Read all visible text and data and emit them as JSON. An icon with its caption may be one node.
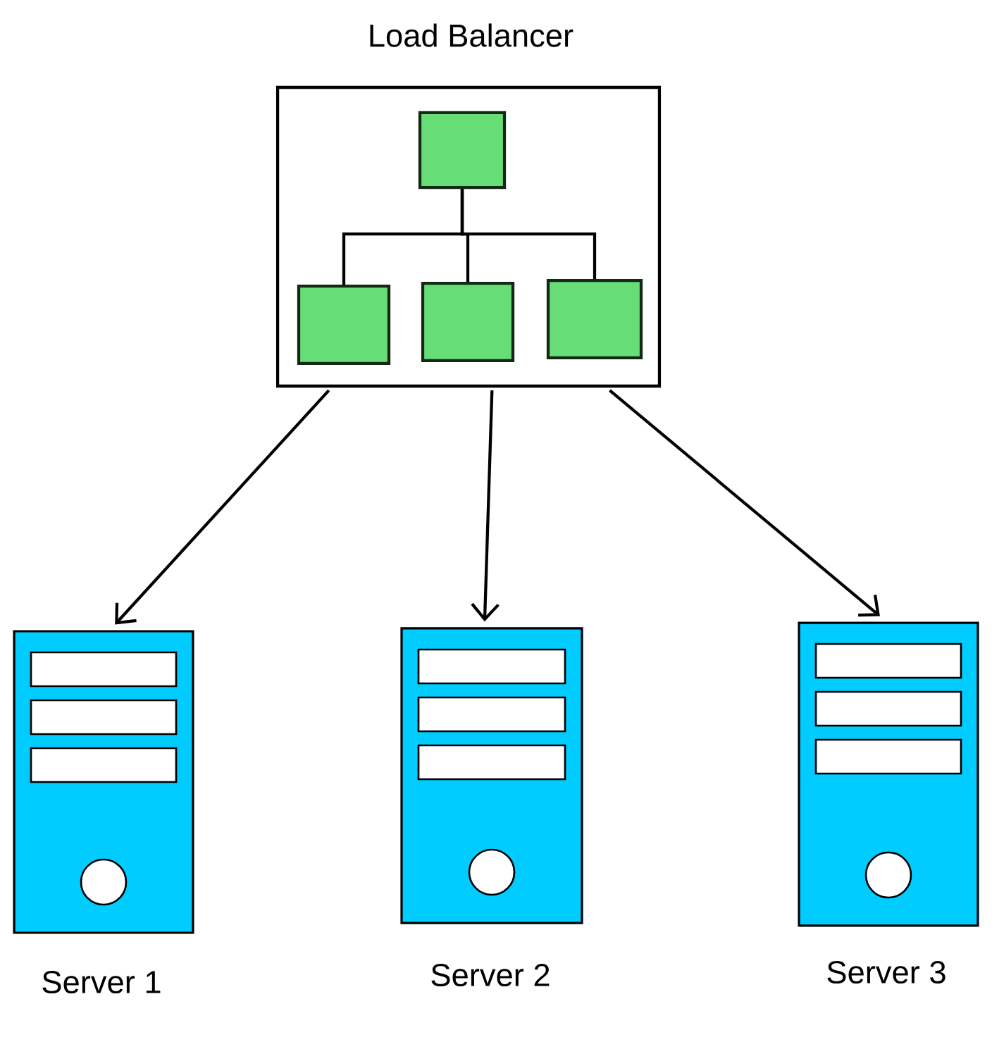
{
  "diagram": {
    "nodes": [
      {
        "text": [
          "Load Balancer"
        ]
      },
      {
        "text": [],
        "shape": "box",
        "in": 0
      },
      {
        "text": [],
        "shape": "box",
        "in": 0
      },
      {
        "text": [],
        "shape": "box",
        "in": 0
      },
      {
        "text": [],
        "shape": "box",
        "in": 0
      },
      {
        "text": [
          "Server 1"
        ]
      },
      {
        "text": [
          "Server 2"
        ]
      },
      {
        "text": [
          "Server 3"
        ]
      }
    ],
    "edges": [
      {
        "from": 1,
        "to": 2,
        "arrow": "none"
      },
      {
        "from": 1,
        "to": 3,
        "arrow": "none"
      },
      {
        "from": 1,
        "to": 4,
        "arrow": "none"
      },
      {
        "from": 0,
        "to": 5,
        "arrow": "to"
      },
      {
        "from": 0,
        "to": 6,
        "arrow": "to"
      },
      {
        "from": 0,
        "to": 7,
        "arrow": "to"
      }
    ]
  }
}
